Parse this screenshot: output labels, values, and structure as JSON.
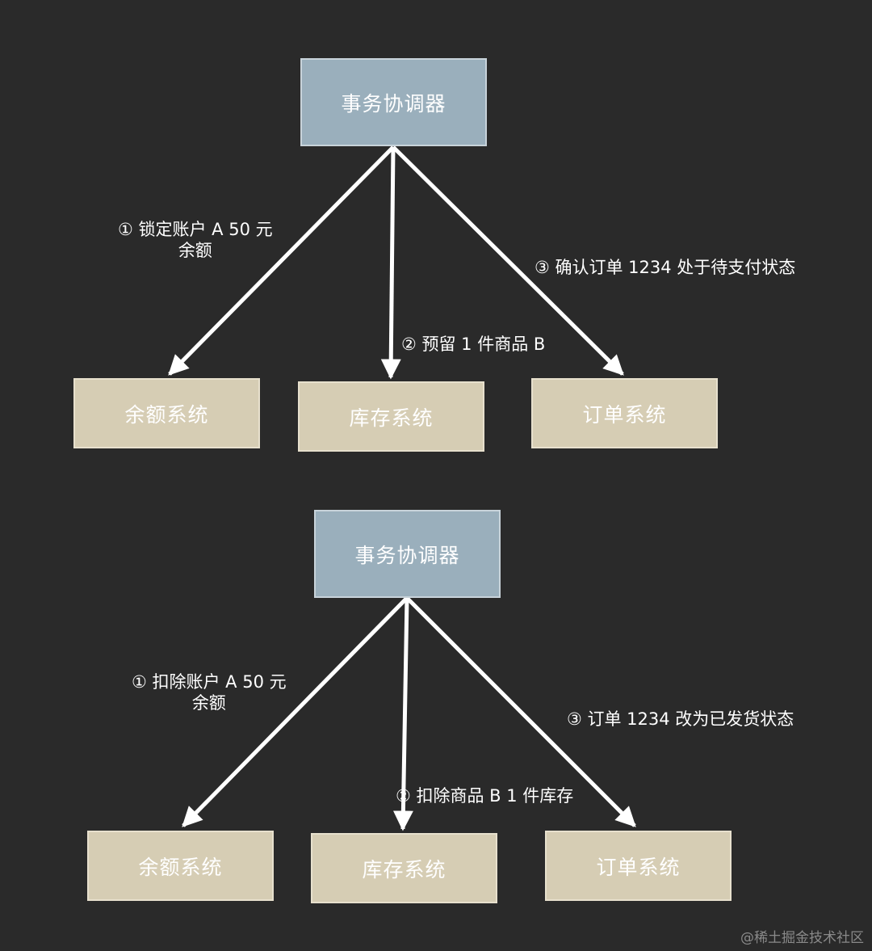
{
  "colors": {
    "background": "#2a2a2a",
    "coordinator_fill": "#9aafbc",
    "system_fill": "#d6cdb4",
    "arrow": "#ffffff"
  },
  "diagrams": [
    {
      "coordinator": "事务协调器",
      "systems": [
        "余额系统",
        "库存系统",
        "订单系统"
      ],
      "steps": [
        {
          "line1": "① 锁定账户 A 50 元",
          "line2": "余额"
        },
        {
          "line1": "② 预留 1 件商品 B"
        },
        {
          "line1": "③ 确认订单 1234 处于待支付状态"
        }
      ]
    },
    {
      "coordinator": "事务协调器",
      "systems": [
        "余额系统",
        "库存系统",
        "订单系统"
      ],
      "steps": [
        {
          "line1": "① 扣除账户 A 50 元",
          "line2": "余额"
        },
        {
          "line1": "② 扣除商品 B 1 件库存"
        },
        {
          "line1": "③ 订单 1234 改为已发货状态"
        }
      ]
    }
  ],
  "watermark": "@稀土掘金技术社区"
}
